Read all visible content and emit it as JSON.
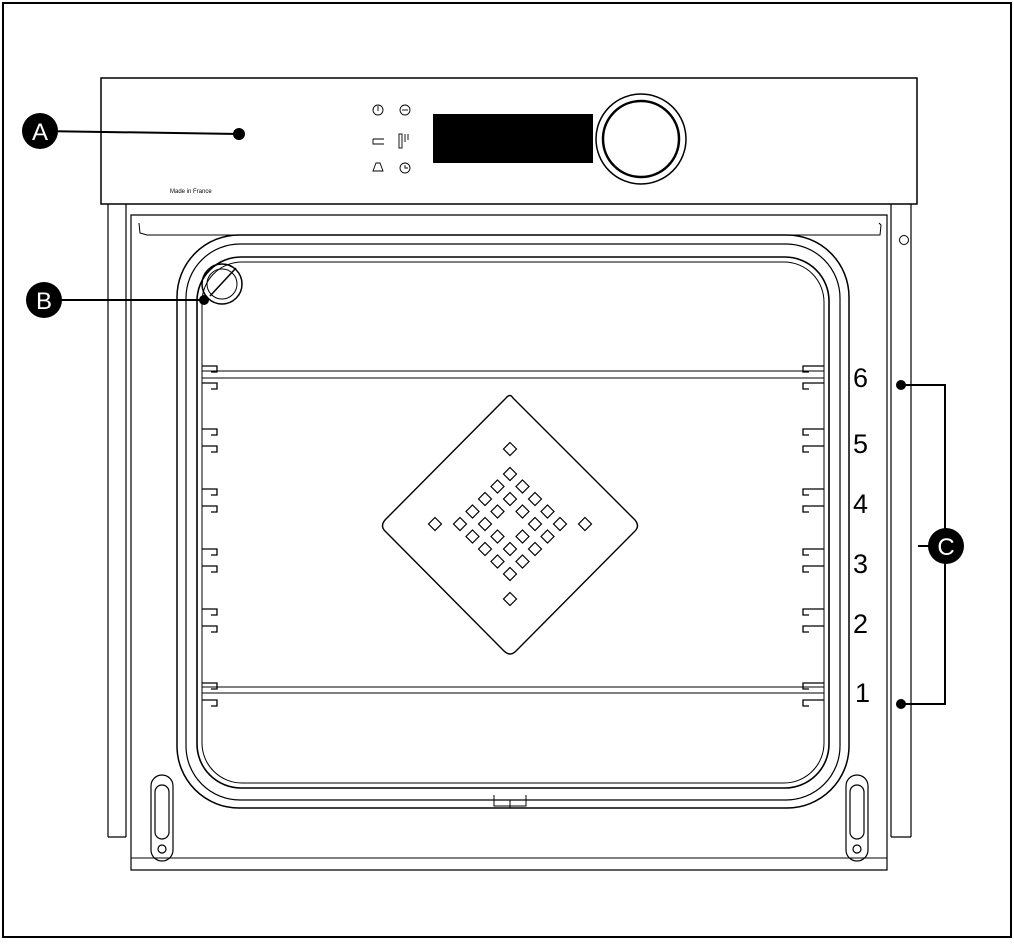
{
  "panel": {
    "made_in_label": "Made in France"
  },
  "callouts": {
    "a": "A",
    "b": "B",
    "c": "C"
  },
  "shelf_levels": [
    "6",
    "5",
    "4",
    "3",
    "2",
    "1"
  ],
  "control_icons": [
    "power-icon",
    "mode-icon",
    "back-icon",
    "probe-icon",
    "bell-icon",
    "clock-icon"
  ],
  "colors": {
    "line": "#000000",
    "background": "#ffffff",
    "display": "#000000"
  }
}
